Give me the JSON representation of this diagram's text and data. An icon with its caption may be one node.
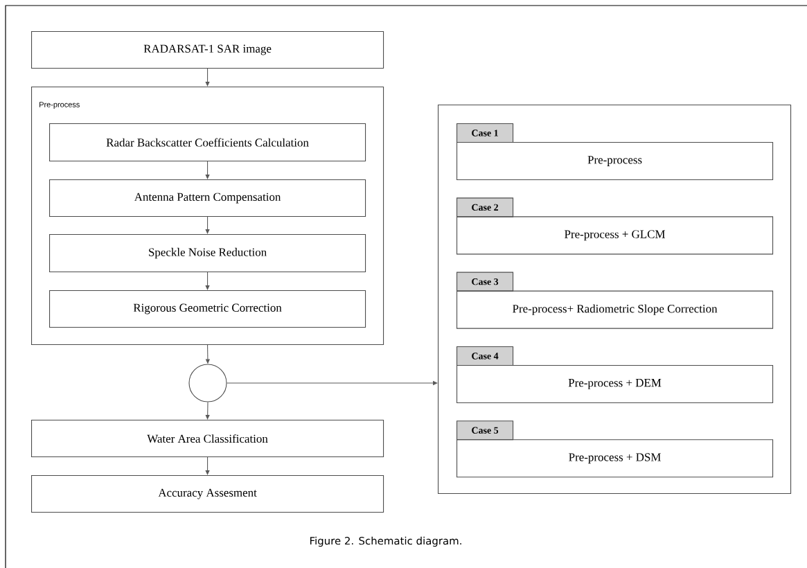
{
  "diagram": {
    "caption": "Figure 2. Schematic diagram.",
    "nodes": [
      {
        "text": [
          "RADARSAT-1 SAR image"
        ]
      },
      {
        "text": [
          "Pre-process"
        ]
      },
      {
        "text": [
          "Radar Backscatter Coefficients Calculation"
        ],
        "in": 1
      },
      {
        "text": [
          "Antenna Pattern Compensation"
        ],
        "in": 1
      },
      {
        "text": [
          "Speckle Noise Reduction"
        ],
        "in": 1
      },
      {
        "text": [
          "Rigorous Geometric Correction"
        ],
        "in": 1
      },
      {
        "text": [],
        "shape": "circle"
      },
      {
        "text": [
          "Water Area Classification"
        ]
      },
      {
        "text": [
          "Accuracy Assesment"
        ]
      },
      {
        "text": [],
        "shape": "box"
      },
      {
        "text": [
          "Case 1"
        ],
        "in": 9
      },
      {
        "text": [
          "Pre-process"
        ],
        "in": 9
      },
      {
        "text": [
          "Case 2"
        ],
        "in": 9
      },
      {
        "text": [
          "Pre-process + GLCM"
        ],
        "in": 9
      },
      {
        "text": [
          "Case 3"
        ],
        "in": 9
      },
      {
        "text": [
          "Pre-process+ Radiometric Slope Correction"
        ],
        "in": 9
      },
      {
        "text": [
          "Case 4"
        ],
        "in": 9
      },
      {
        "text": [
          "Pre-process + DEM"
        ],
        "in": 9
      },
      {
        "text": [
          "Case 5"
        ],
        "in": 9
      },
      {
        "text": [
          "Pre-process + DSM"
        ],
        "in": 9
      }
    ],
    "edges": [
      {
        "from": 0,
        "to": 1,
        "arrow": "to"
      },
      {
        "from": 2,
        "to": 3,
        "arrow": "to"
      },
      {
        "from": 3,
        "to": 4,
        "arrow": "to"
      },
      {
        "from": 4,
        "to": 5,
        "arrow": "to"
      },
      {
        "from": 1,
        "to": 6,
        "arrow": "to"
      },
      {
        "from": 6,
        "to": 7,
        "arrow": "to"
      },
      {
        "from": 7,
        "to": 8,
        "arrow": "to"
      },
      {
        "from": 6,
        "to": 9,
        "arrow": "to"
      }
    ]
  }
}
